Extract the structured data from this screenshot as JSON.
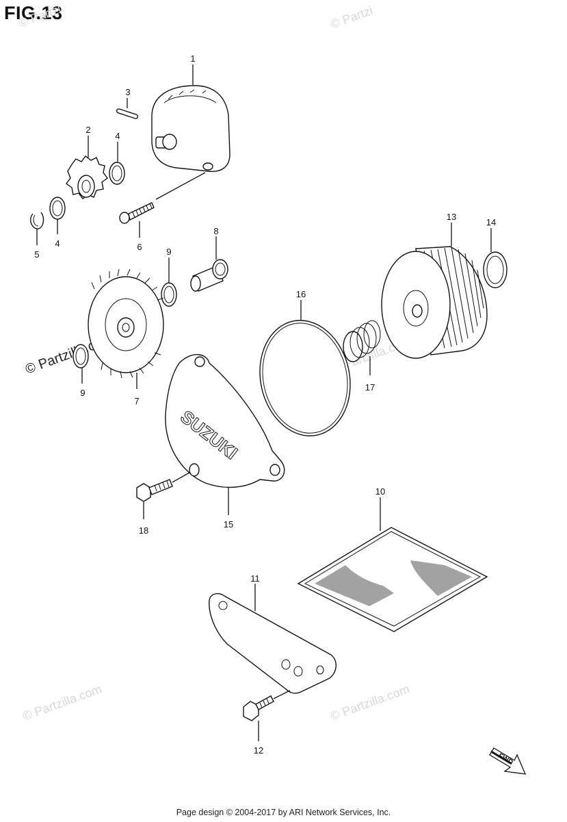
{
  "figure": {
    "title": "FIG.13"
  },
  "parts": {
    "p1": "1",
    "p2": "2",
    "p3": "3",
    "p4a": "4",
    "p4b": "4",
    "p5": "5",
    "p6": "6",
    "p7": "7",
    "p8": "8",
    "p9a": "9",
    "p9b": "9",
    "p10": "10",
    "p11": "11",
    "p12": "12",
    "p13": "13",
    "p14": "14",
    "p15": "15",
    "p16": "16",
    "p17": "17",
    "p18": "18"
  },
  "cover_logo": "SUZUKI",
  "fwd_marker": "FWD",
  "watermark": {
    "text": "© Partzilla.com",
    "short": "© Partzi"
  },
  "footer": {
    "text": "Page design © 2004-2017 by ARI Network Services, Inc."
  },
  "colors": {
    "line": "#111111",
    "watermark": "#d8d8d8"
  }
}
